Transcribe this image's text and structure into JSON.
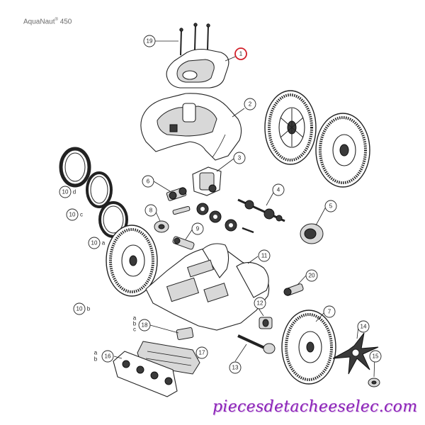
{
  "title": {
    "model": "AquaNaut",
    "reg": "®",
    "number": "450"
  },
  "watermark": "piecesdetacheeselec.com",
  "highlight_color": "#d2202a",
  "watermark_color": "#8c22b8",
  "callouts": [
    {
      "id": "1",
      "label": "1",
      "highlighted": true
    },
    {
      "id": "2",
      "label": "2"
    },
    {
      "id": "3",
      "label": "3"
    },
    {
      "id": "4",
      "label": "4"
    },
    {
      "id": "5",
      "label": "5"
    },
    {
      "id": "6",
      "label": "6"
    },
    {
      "id": "7",
      "label": "7"
    },
    {
      "id": "8",
      "label": "8"
    },
    {
      "id": "9",
      "label": "9"
    },
    {
      "id": "10d",
      "label": "10",
      "suffix": "d"
    },
    {
      "id": "10c",
      "label": "10",
      "suffix": "c"
    },
    {
      "id": "10a",
      "label": "10",
      "suffix": "a"
    },
    {
      "id": "10b",
      "label": "10",
      "suffix": "b"
    },
    {
      "id": "11",
      "label": "11"
    },
    {
      "id": "12",
      "label": "12"
    },
    {
      "id": "13",
      "label": "13"
    },
    {
      "id": "14",
      "label": "14"
    },
    {
      "id": "15",
      "label": "15"
    },
    {
      "id": "16",
      "label": "16",
      "suffix_lines": [
        "a",
        "b"
      ]
    },
    {
      "id": "17",
      "label": "17"
    },
    {
      "id": "18",
      "label": "18",
      "suffix_lines": [
        "a",
        "b",
        "c"
      ]
    },
    {
      "id": "19",
      "label": "19"
    },
    {
      "id": "20",
      "label": "20"
    }
  ]
}
